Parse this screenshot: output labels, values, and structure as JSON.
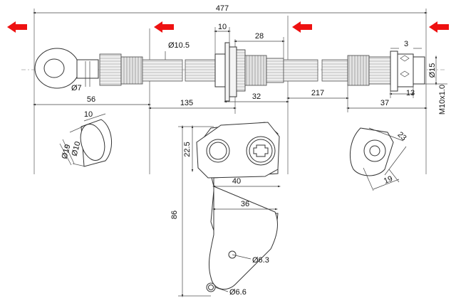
{
  "colors": {
    "marker": "#e11d1d",
    "line": "#333333"
  },
  "dimensions": {
    "overall": "477",
    "eye_to_fitting": "56",
    "mid_span": "135",
    "bracket_span": "32",
    "bracket_width": "10",
    "fitting_span": "28",
    "rear_span": "217",
    "end_span": "37",
    "end_width": "3",
    "end_length": "13",
    "hose_dia": "Ø10.5",
    "fitting_dia": "Ø15",
    "thread": "M10x1.0",
    "eye_hole": "Ø7",
    "eye_width": "10",
    "eye_od": "Ø19",
    "eye_id": "Ø10",
    "bracket_height": "22.5",
    "bracket_holes": "40",
    "bracket_lower": "36",
    "bracket_total": "86",
    "hole_small": "Ø6.3",
    "hole_bottom": "Ø6.6",
    "hex_across": "23",
    "hex_side": "19"
  },
  "markers": [
    "cut-marker-1",
    "cut-marker-2",
    "cut-marker-3",
    "cut-marker-4"
  ]
}
